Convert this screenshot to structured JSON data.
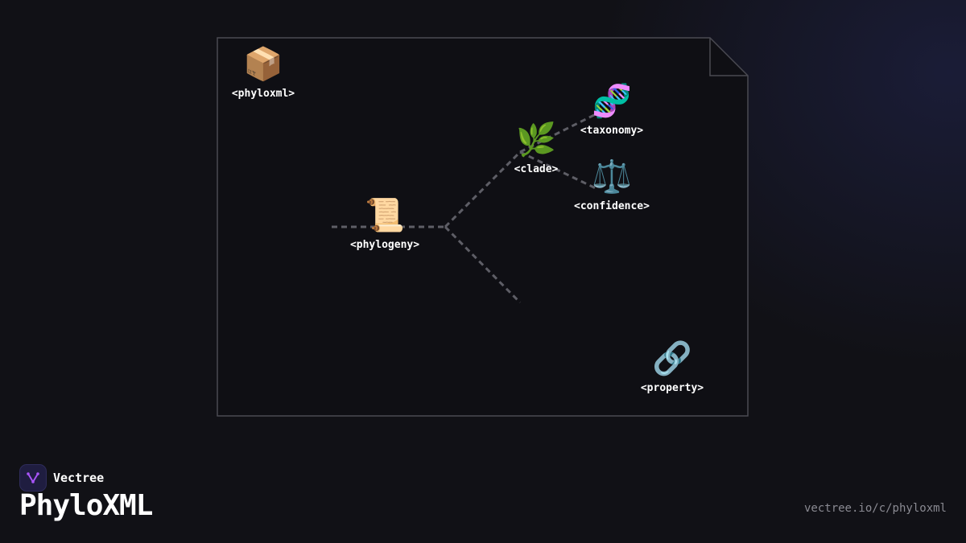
{
  "diagram": {
    "nodes": [
      {
        "id": "phyloxml",
        "emoji": "📦",
        "label": "<phyloxml>"
      },
      {
        "id": "phylogeny",
        "emoji": "📜",
        "label": "<phylogeny>"
      },
      {
        "id": "clade",
        "emoji": "🌿",
        "label": "<clade>"
      },
      {
        "id": "taxonomy",
        "emoji": "🧬",
        "label": "<taxonomy>"
      },
      {
        "id": "confidence",
        "emoji": "⚖️",
        "label": "<confidence>"
      },
      {
        "id": "property",
        "emoji": "🔗",
        "label": "<property>"
      }
    ]
  },
  "brand": {
    "name": "Vectree",
    "logo_color": "#a855f7"
  },
  "title": "PhyloXML",
  "footer": {
    "url": "vectree.io/c/phyloxml"
  }
}
